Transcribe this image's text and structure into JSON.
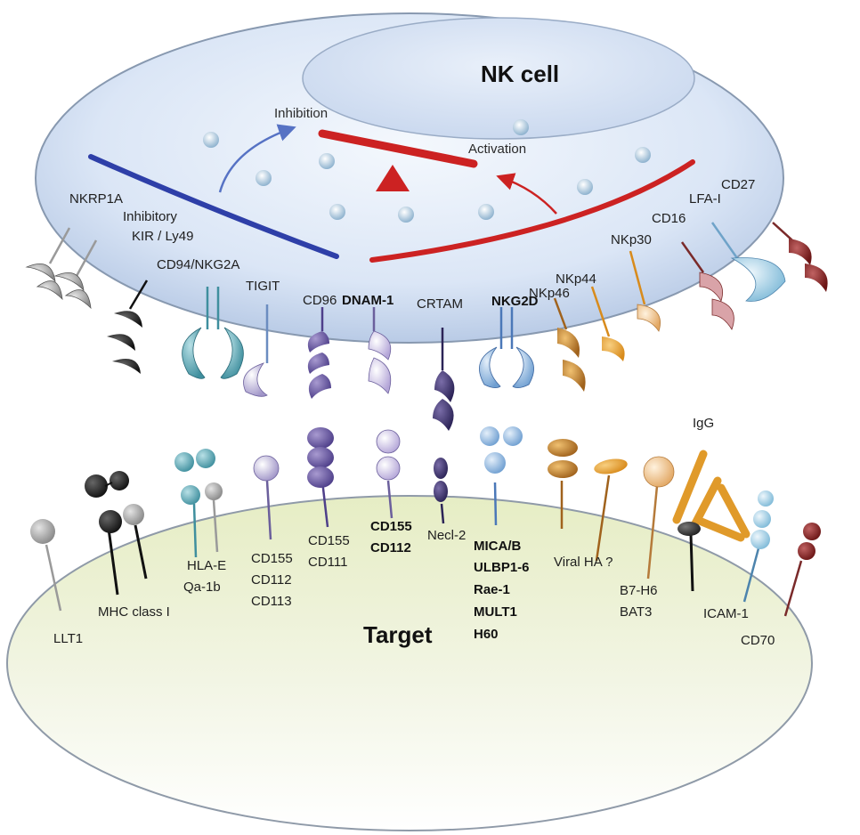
{
  "nk_cell": {
    "title": "NK cell",
    "inhibition": "Inhibition",
    "activation": "Activation",
    "receptors": {
      "nkrp1a": "NKRP1A",
      "inhibitory_kir_1": "Inhibitory",
      "inhibitory_kir_2": "KIR / Ly49",
      "cd94_nkg2a": "CD94/NKG2A",
      "tigit": "TIGIT",
      "cd96": "CD96",
      "dnam1": "DNAM-1",
      "crtam": "CRTAM",
      "nkg2d": "NKG2D",
      "nkp46": "NKp46",
      "nkp44": "NKp44",
      "nkp30": "NKp30",
      "cd16": "CD16",
      "lfa1": "LFA-I",
      "cd27": "CD27"
    }
  },
  "target": {
    "title": "Target",
    "ligands": {
      "llt1": "LLT1",
      "mhc_class_i": "MHC class I",
      "hla_e": "HLA-E",
      "qa_1b": "Qa-1b",
      "tigit_lig_1": "CD155",
      "tigit_lig_2": "CD112",
      "tigit_lig_3": "CD113",
      "cd96_lig_1": "CD155",
      "cd96_lig_2": "CD111",
      "dnam_lig_1": "CD155",
      "dnam_lig_2": "CD112",
      "necl2": "Necl-2",
      "nkg2d_lig_1": "MICA/B",
      "nkg2d_lig_2": "ULBP1-6",
      "nkg2d_lig_3": "Rae-1",
      "nkg2d_lig_4": "MULT1",
      "nkg2d_lig_5": "H60",
      "viral_ha": "Viral HA ?",
      "b7_h6": "B7-H6",
      "bat3": "BAT3",
      "igg": "IgG",
      "icam1": "ICAM-1",
      "cd70": "CD70"
    }
  },
  "colors": {
    "inhibitory": "#2e3fa8",
    "activating": "#cc2222",
    "nk_membrane": "#dbe6f6",
    "target_membrane": "#e6edc4"
  }
}
